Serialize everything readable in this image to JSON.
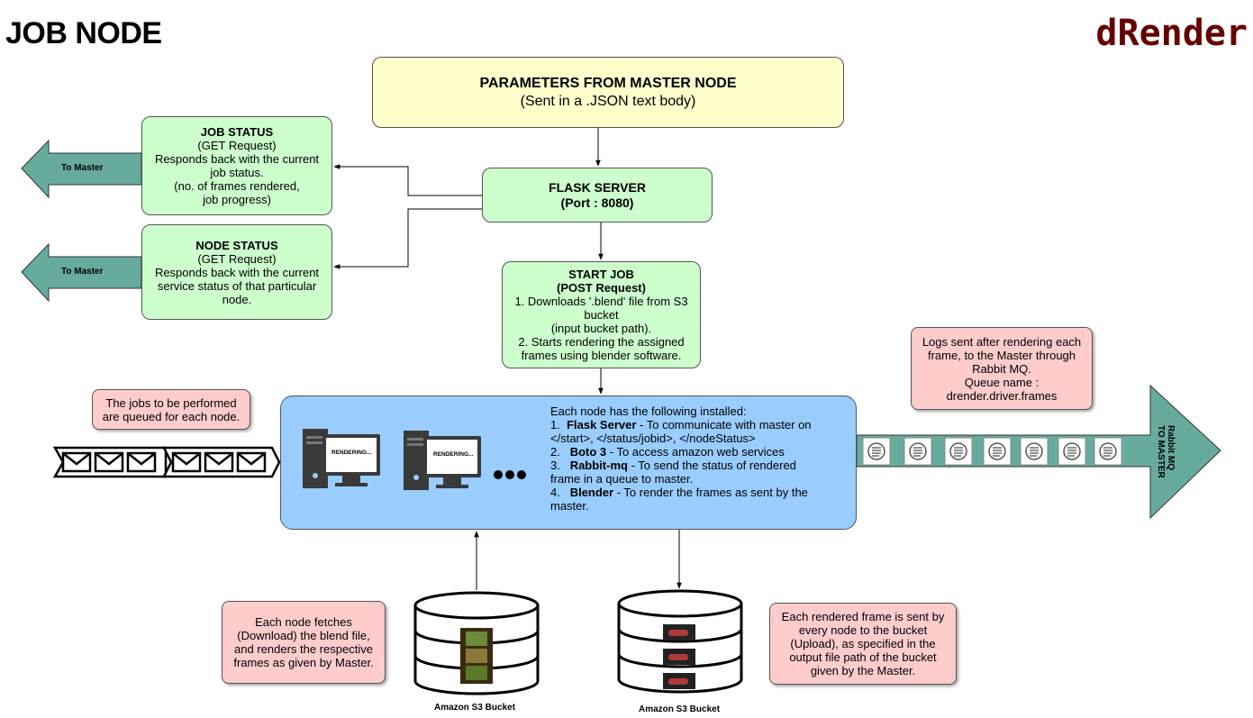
{
  "page_title": "JOB NODE",
  "brand": "dRender",
  "params_box": {
    "title": "PARAMETERS FROM MASTER NODE",
    "subtitle": "(Sent in a .JSON text body)"
  },
  "flask_box": {
    "title": "FLASK SERVER",
    "port": "(Port : 8080)"
  },
  "job_status": {
    "title": "JOB STATUS",
    "lines": [
      "(GET Request)",
      "Responds back with the current",
      "job status.",
      "(no. of frames rendered,",
      "job progress)"
    ]
  },
  "node_status": {
    "title": "NODE STATUS",
    "lines": [
      "(GET Request)",
      "Responds back with the current",
      "service status of that particular",
      "node."
    ]
  },
  "start_job": {
    "title": "START JOB",
    "method": "(POST Request)",
    "lines": [
      "1. Downloads '.blend' file from S3",
      "bucket",
      "(input bucket path).",
      "2. Starts rendering the assigned",
      "frames using blender software."
    ]
  },
  "to_master_label": "To Master",
  "queue_note": [
    "The jobs to be performed",
    "are queued for each node."
  ],
  "logs_note": [
    "Logs sent after rendering each",
    "frame, to the Master through",
    "Rabbit MQ.",
    "Queue name :",
    "drender.driver.frames"
  ],
  "rabbit_arrow_label": [
    "Rabbit MQ",
    "TO MASTER"
  ],
  "rendering_label": "RENDERING...",
  "installed": {
    "intro": "Each node has the following installed:",
    "items": [
      {
        "num": "1.",
        "name": "Flask Server",
        "desc": " - To communicate with master on",
        "cont": "</start>, </status/jobid>, </nodeStatus>"
      },
      {
        "num": "2.",
        "name": "Boto 3",
        "desc": " - To access amazon web services",
        "cont": ""
      },
      {
        "num": "3.",
        "name": "Rabbit-mq",
        "desc": " - To send the status of rendered",
        "cont": "frame in a queue to master."
      },
      {
        "num": "4.",
        "name": "Blender",
        "desc": " - To render the frames as sent by the",
        "cont": "master."
      }
    ]
  },
  "fetch_note": [
    "Each node fetches",
    "(Download) the blend file,",
    "and renders the respective",
    "frames as given by Master."
  ],
  "upload_note": [
    "Each rendered frame is sent by",
    "every node to the bucket",
    "(Upload), as specified in the",
    "output file path of the bucket",
    "given by the Master."
  ],
  "s3_label_1": "Amazon S3 Bucket",
  "s3_label_2": "Amazon S3 Bucket",
  "colors": {
    "green_box": "#ccffcc",
    "yellow_box": "#ffffcc",
    "pink_note": "#ffcccc",
    "cluster": "#99ccff",
    "arrow_teal": "#67ab9f",
    "brand": "#660000"
  },
  "icons": [
    "envelope-icon",
    "message-icon",
    "computer-icon",
    "database-icon",
    "film-icon",
    "car-image-icon",
    "ellipsis-icon",
    "arrow-left-icon",
    "arrow-right-icon"
  ]
}
